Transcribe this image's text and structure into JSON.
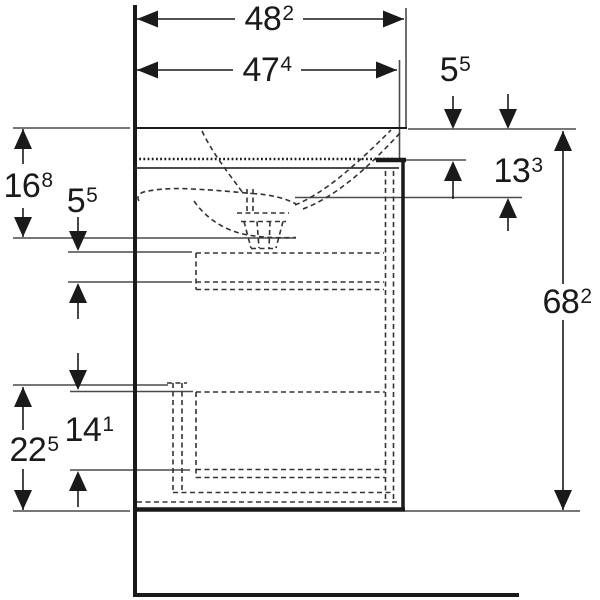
{
  "drawing": {
    "type": "technical-dimension-drawing",
    "subject": "wall-hung washbasin with vanity cabinet, side section view",
    "colors": {
      "line": "#1a1a1a",
      "thin_line": "#4a4a4a",
      "background": "#ffffff"
    }
  },
  "dimensions": {
    "top_outer": {
      "value": "48",
      "sup": "2"
    },
    "top_inner": {
      "value": "47",
      "sup": "4"
    },
    "right_small": {
      "value": "5",
      "sup": "5"
    },
    "right_mid": {
      "value": "13",
      "sup": "3"
    },
    "right_full": {
      "value": "68",
      "sup": "2"
    },
    "left_upper": {
      "value": "16",
      "sup": "8"
    },
    "left_small": {
      "value": "5",
      "sup": "5"
    },
    "left_lower": {
      "value": "22",
      "sup": "5"
    },
    "left_drawer": {
      "value": "14",
      "sup": "1"
    }
  }
}
